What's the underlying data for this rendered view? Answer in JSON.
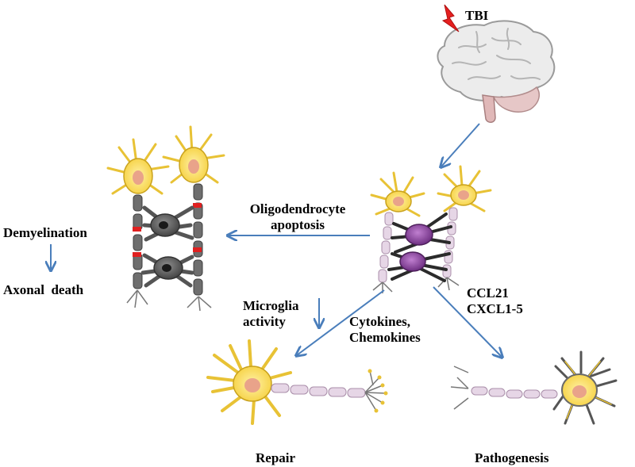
{
  "labels": {
    "tbi": "TBI",
    "oligo_line1": "Oligodendrocyte",
    "oligo_line2": "apoptosis",
    "demyelination": "Demyelination",
    "axonal_death": "Axonal  death",
    "microglia_line1": "Microglia",
    "microglia_line2": "activity",
    "cytokines_line1": "Cytokines,",
    "cytokines_line2": "Chemokines",
    "ccl21": "CCL21",
    "cxcl": "CXCL1-5",
    "repair": "Repair",
    "pathogenesis": "Pathogenesis"
  },
  "colors": {
    "arrow": "#4a7ebb",
    "neuron_body": "#f7d54a",
    "neuron_outline": "#c9a21e",
    "nucleus": "#e9a38a",
    "myelin_healthy": "#e6d6e6",
    "myelin_damaged": "#6e6e6e",
    "oligo_healthy": "#8b4a9a",
    "oligo_damaged": "#5b5b5b",
    "node_damage": "#e02020",
    "brain": "#ececec",
    "lightning": "#e52020"
  }
}
